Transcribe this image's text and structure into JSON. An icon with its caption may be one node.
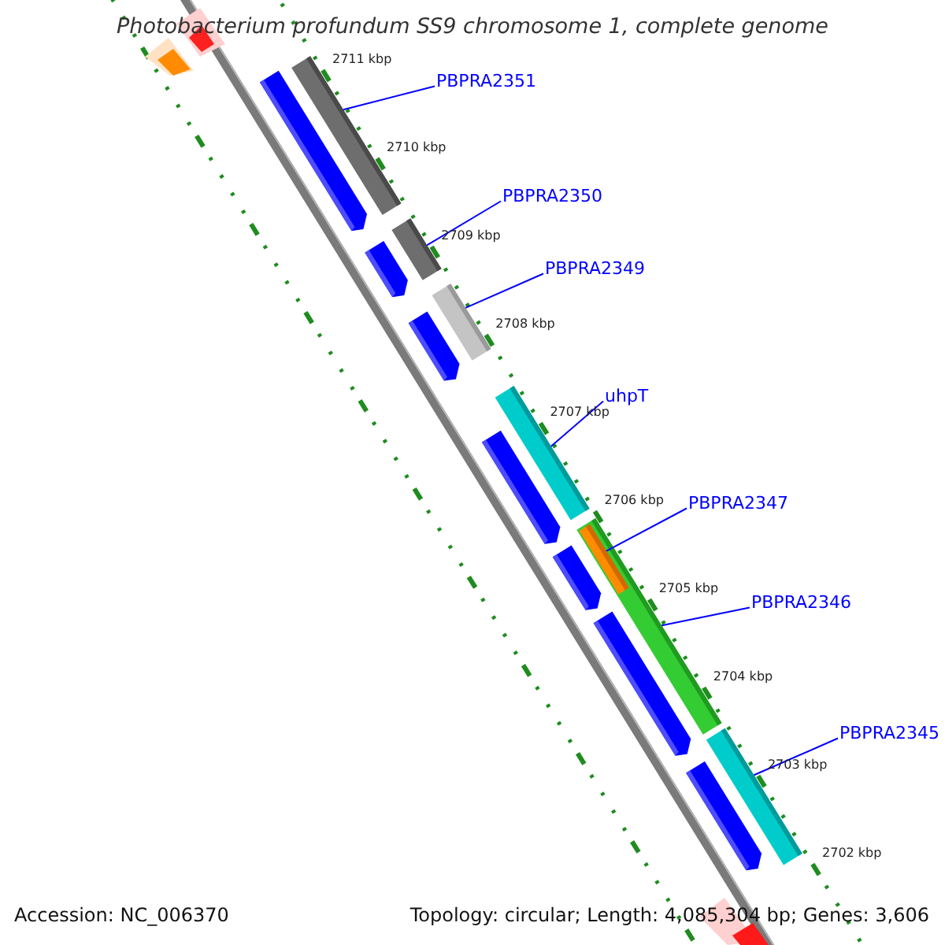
{
  "diagram": {
    "title": "Photobacterium profundum SS9 chromosome 1, complete genome",
    "nodes": [
      {
        "text": [
          "PBPRA2351"
        ]
      },
      {
        "text": [],
        "shape": "bar"
      },
      {
        "text": [
          "PBPRA2350"
        ]
      },
      {
        "text": [],
        "shape": "bar"
      },
      {
        "text": [
          "PBPRA2349"
        ]
      },
      {
        "text": [],
        "shape": "bar"
      },
      {
        "text": [
          "uhpT"
        ]
      },
      {
        "text": [],
        "shape": "bar"
      },
      {
        "text": [
          "PBPRA2347"
        ]
      },
      {
        "text": [],
        "shape": "bar"
      },
      {
        "text": [],
        "shape": "bar",
        "in": 9
      },
      {
        "text": [
          "PBPRA2346"
        ]
      },
      {
        "text": [
          "PBPRA2345"
        ]
      },
      {
        "text": [],
        "shape": "bar"
      }
    ],
    "edges": [
      {
        "from": 0,
        "to": 1,
        "arrow": "none"
      },
      {
        "from": 2,
        "to": 3,
        "arrow": "none"
      },
      {
        "from": 4,
        "to": 5,
        "arrow": "none"
      },
      {
        "from": 6,
        "to": 7,
        "arrow": "none"
      },
      {
        "from": 8,
        "to": 10,
        "arrow": "none"
      },
      {
        "from": 11,
        "to": 9,
        "arrow": "none"
      },
      {
        "from": 12,
        "to": 13,
        "arrow": "none"
      }
    ],
    "labels": [
      "2711 kbp",
      "2710 kbp",
      "2709 kbp",
      "2708 kbp",
      "2707 kbp",
      "2706 kbp",
      "2705 kbp",
      "2704 kbp",
      "2703 kbp",
      "2702 kbp",
      "Accession: NC_006370",
      "Topology: circular; Length: 4,085,304 bp; Genes: 3,606"
    ]
  }
}
